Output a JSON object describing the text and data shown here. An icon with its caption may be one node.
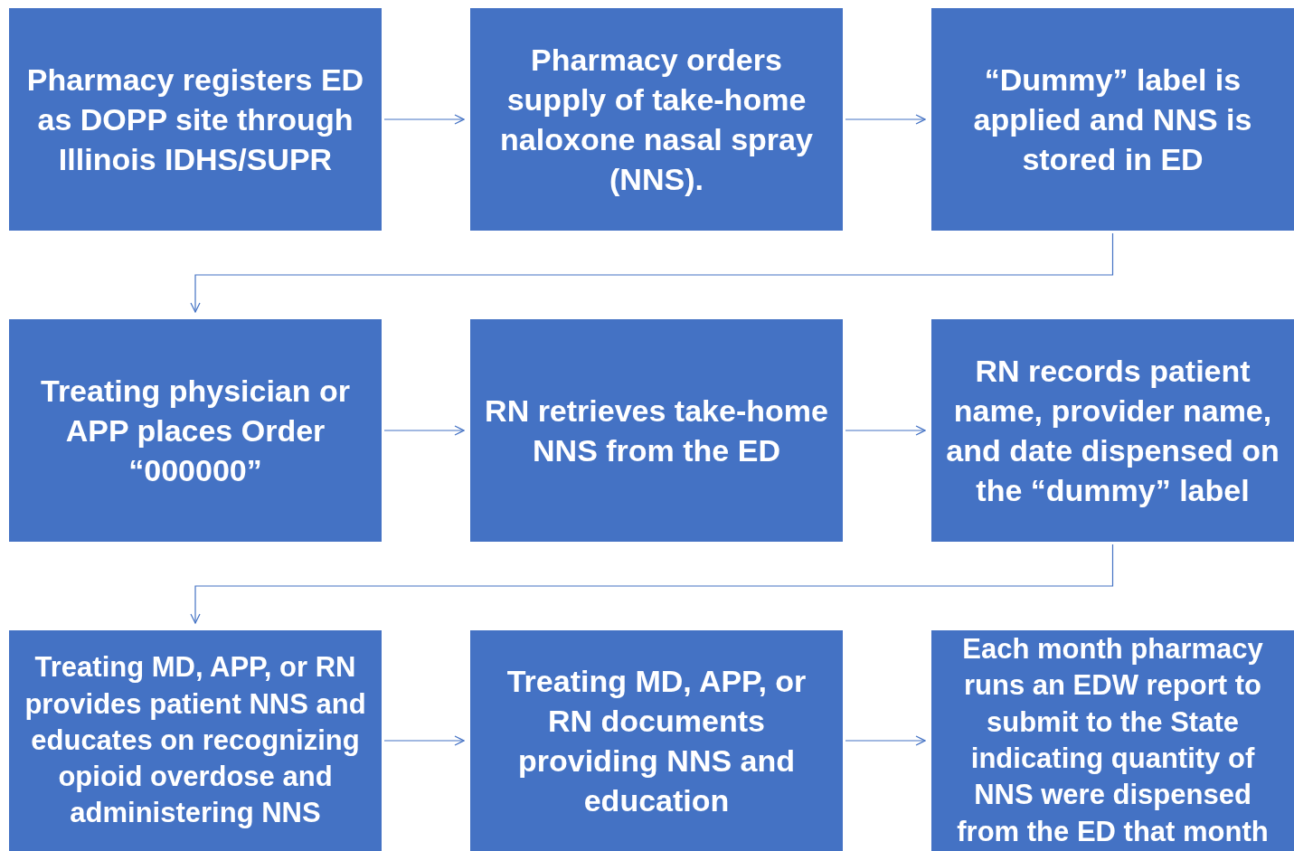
{
  "diagram": {
    "nodes": [
      {
        "text": [
          "Pharmacy registers ED as DOPP site through Illinois IDHS/SUPR"
        ]
      },
      {
        "text": [
          "Pharmacy orders supply of take-home naloxone nasal spray (NNS)."
        ]
      },
      {
        "text": [
          "“Dummy” label is applied and NNS is stored in ED"
        ]
      },
      {
        "text": [
          "Treating physician or APP places Order “000000”"
        ]
      },
      {
        "text": [
          "RN retrieves take-home NNS from the ED"
        ]
      },
      {
        "text": [
          "RN records patient name, provider name, and date dispensed on the “dummy” label"
        ]
      },
      {
        "text": [
          "Treating MD, APP, or RN provides patient NNS and educates on recognizing opioid overdose and administering NNS"
        ]
      },
      {
        "text": [
          "Treating MD, APP, or RN documents providing NNS and education"
        ]
      },
      {
        "text": [
          "Each month pharmacy runs an EDW report to submit to the State indicating quantity of NNS were dispensed from the ED that month"
        ]
      }
    ],
    "edges": [
      {
        "from": 0,
        "to": 1,
        "arrow": "to"
      },
      {
        "from": 1,
        "to": 2,
        "arrow": "to"
      },
      {
        "from": 2,
        "to": 3,
        "arrow": "to"
      },
      {
        "from": 3,
        "to": 4,
        "arrow": "to"
      },
      {
        "from": 4,
        "to": 5,
        "arrow": "to"
      },
      {
        "from": 5,
        "to": 6,
        "arrow": "to"
      },
      {
        "from": 6,
        "to": 7,
        "arrow": "to"
      },
      {
        "from": 7,
        "to": 8,
        "arrow": "to"
      }
    ]
  }
}
